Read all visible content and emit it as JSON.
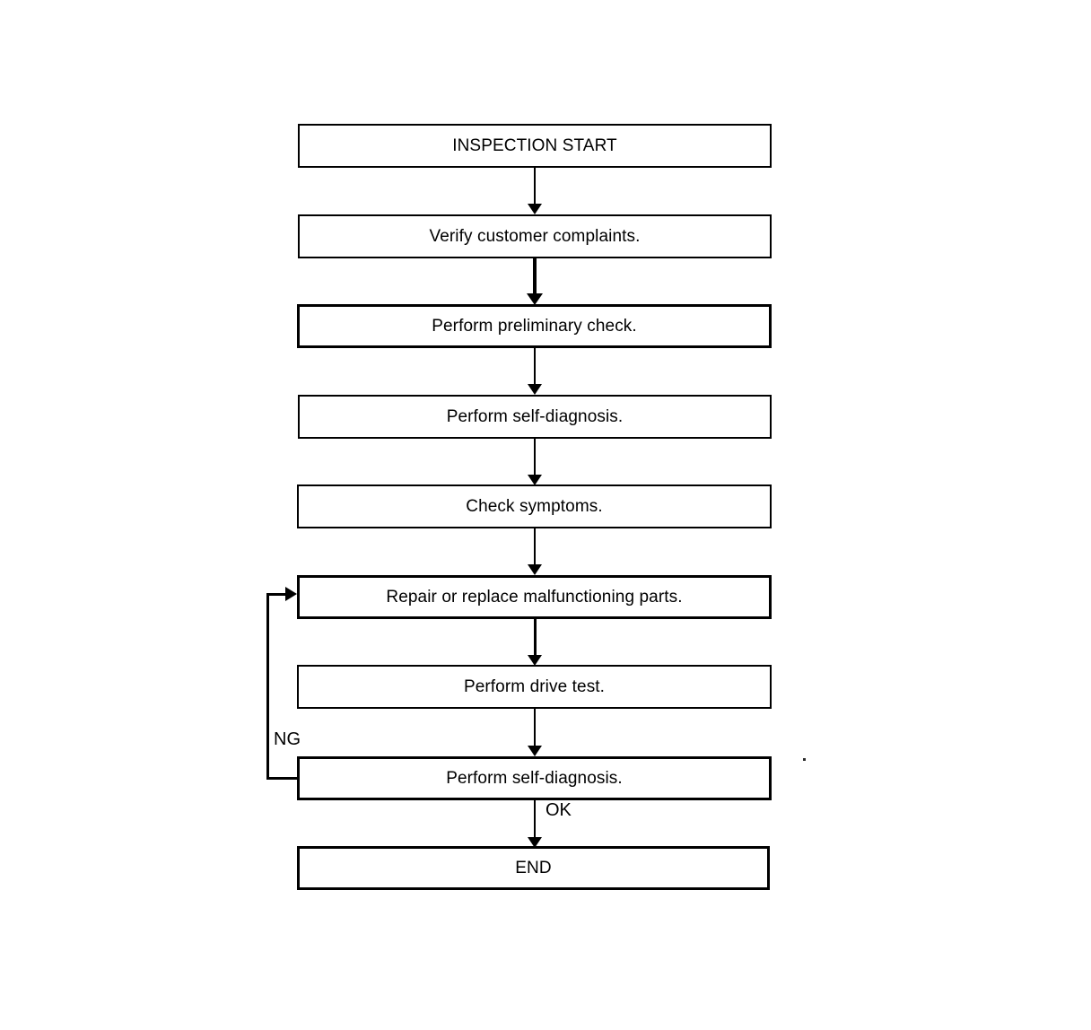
{
  "diagram": {
    "title": "INSPECTION START",
    "type": "flowchart",
    "orientation": "top-to-bottom",
    "background_color": "#ffffff",
    "line_color": "#000000",
    "text_color": "#000000",
    "nodes": [
      {
        "id": "start",
        "label": "INSPECTION START"
      },
      {
        "id": "verify",
        "label": "Verify customer complaints."
      },
      {
        "id": "prelim",
        "label": "Perform preliminary check."
      },
      {
        "id": "selfdiag1",
        "label": "Perform self-diagnosis."
      },
      {
        "id": "symptoms",
        "label": "Check symptoms."
      },
      {
        "id": "repair",
        "label": "Repair or replace malfunctioning parts."
      },
      {
        "id": "drivetest",
        "label": "Perform drive test."
      },
      {
        "id": "selfdiag2",
        "label": "Perform self-diagnosis."
      },
      {
        "id": "end",
        "label": "END"
      }
    ],
    "edge_labels": {
      "ng": "NG",
      "ok": "OK"
    }
  }
}
